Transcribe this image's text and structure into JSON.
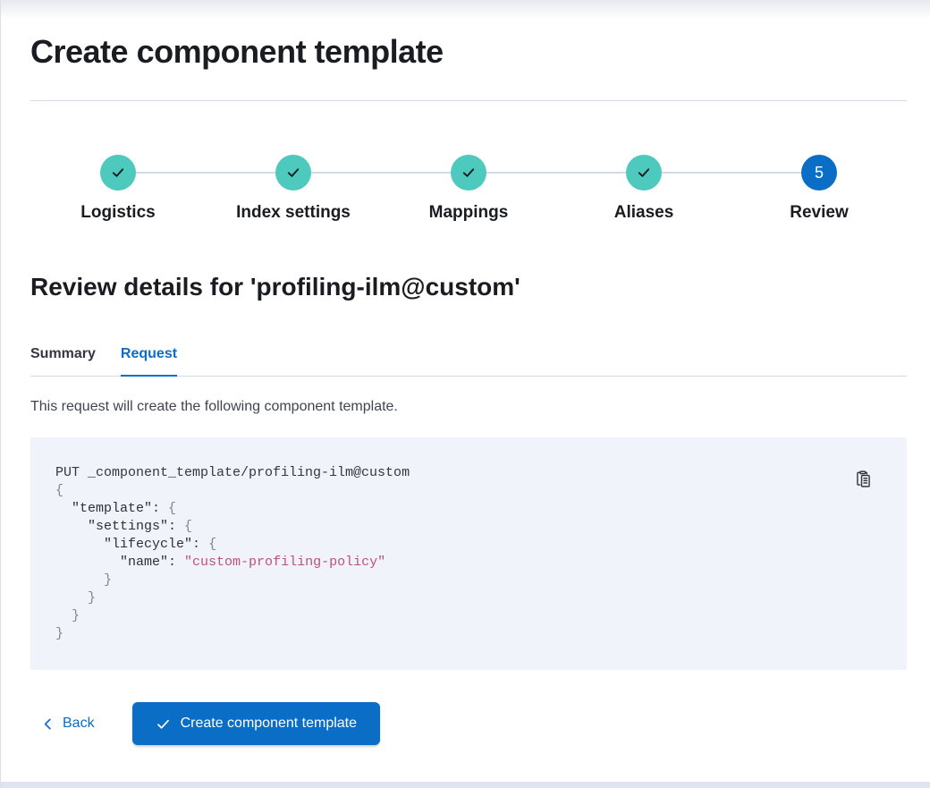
{
  "header": {
    "title": "Create component template"
  },
  "stepper": {
    "steps": [
      {
        "id": "logistics",
        "label": "Logistics",
        "status": "complete"
      },
      {
        "id": "index-settings",
        "label": "Index settings",
        "status": "complete"
      },
      {
        "id": "mappings",
        "label": "Mappings",
        "status": "complete"
      },
      {
        "id": "aliases",
        "label": "Aliases",
        "status": "complete"
      },
      {
        "id": "review",
        "label": "Review",
        "status": "current",
        "number": "5"
      }
    ]
  },
  "review": {
    "heading": "Review details for 'profiling-ilm@custom'",
    "tabs": [
      {
        "id": "summary",
        "label": "Summary",
        "active": false
      },
      {
        "id": "request",
        "label": "Request",
        "active": true
      }
    ],
    "description": "This request will create the following component template."
  },
  "code_block": {
    "lines": [
      [
        {
          "text": "PUT _component_template/profiling-ilm@custom",
          "type": "plain"
        }
      ],
      [
        {
          "text": "{",
          "type": "punct"
        }
      ],
      [
        {
          "text": "  ",
          "type": "plain"
        },
        {
          "text": "\"template\"",
          "type": "key"
        },
        {
          "text": ": ",
          "type": "plain"
        },
        {
          "text": "{",
          "type": "punct"
        }
      ],
      [
        {
          "text": "    ",
          "type": "plain"
        },
        {
          "text": "\"settings\"",
          "type": "key"
        },
        {
          "text": ": ",
          "type": "plain"
        },
        {
          "text": "{",
          "type": "punct"
        }
      ],
      [
        {
          "text": "      ",
          "type": "plain"
        },
        {
          "text": "\"lifecycle\"",
          "type": "key"
        },
        {
          "text": ": ",
          "type": "plain"
        },
        {
          "text": "{",
          "type": "punct"
        }
      ],
      [
        {
          "text": "        ",
          "type": "plain"
        },
        {
          "text": "\"name\"",
          "type": "key"
        },
        {
          "text": ": ",
          "type": "plain"
        },
        {
          "text": "\"custom-profiling-policy\"",
          "type": "string"
        }
      ],
      [
        {
          "text": "      }",
          "type": "punct"
        }
      ],
      [
        {
          "text": "    }",
          "type": "punct"
        }
      ],
      [
        {
          "text": "  }",
          "type": "punct"
        }
      ],
      [
        {
          "text": "}",
          "type": "punct"
        }
      ]
    ]
  },
  "footer": {
    "back_label": "Back",
    "create_button_label": "Create component template"
  },
  "icons": {
    "step_complete": "check-icon",
    "copy": "copy-clipboard-icon",
    "back": "chevron-left-icon",
    "create": "check-icon"
  },
  "colors": {
    "accent_blue": "#0a6dc6",
    "success_teal": "#4dc9be",
    "string_pink": "#b9537e",
    "code_bg": "#f0f3fa",
    "divider": "#d3dae6",
    "text_dark": "#1a1c21",
    "text_body": "#343741",
    "bottom_strip": "#dfe4f0"
  }
}
